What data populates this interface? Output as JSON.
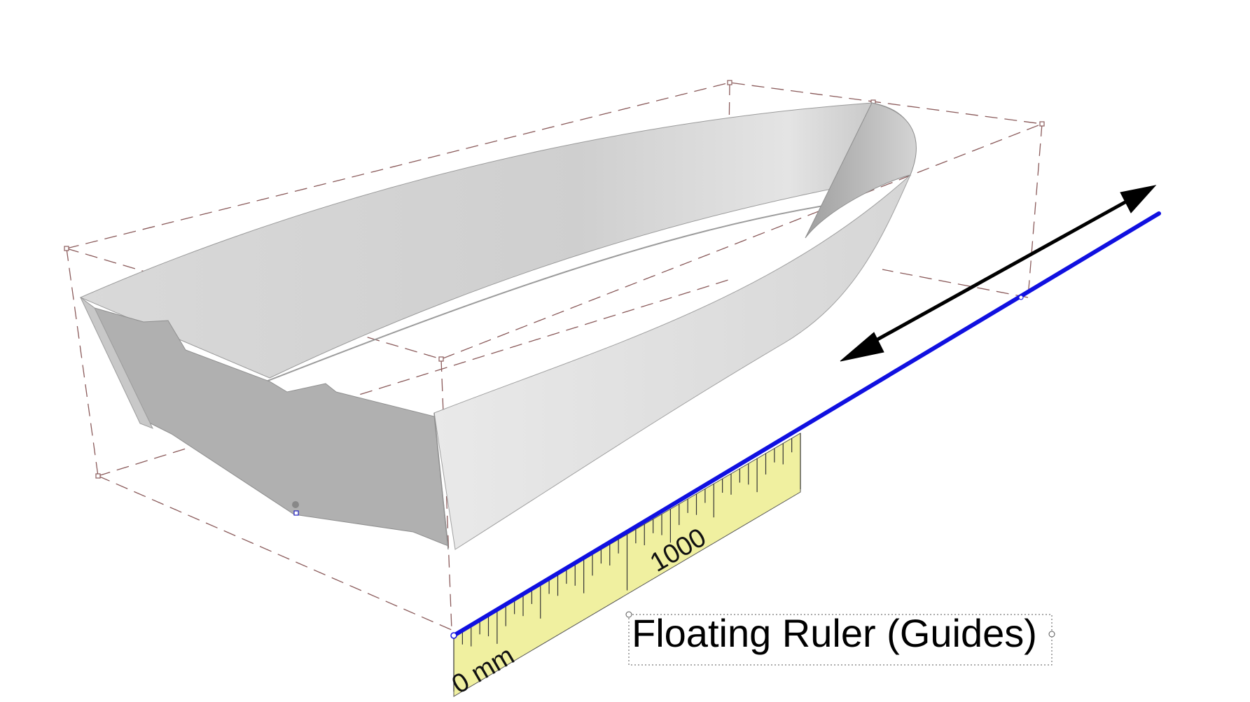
{
  "caption": {
    "text": "Floating Ruler (Guides)"
  },
  "ruler": {
    "unit_label": "0 mm",
    "major_label": "1000",
    "fill_color": "#f0f0a0",
    "guide_color": "#1010e0"
  },
  "colors": {
    "bounding_box": "#8a5a5a",
    "hull_light": "#e6e6e6",
    "hull_mid": "#c4c4c4",
    "hull_dark": "#a9a9a9",
    "arrow": "#000000"
  },
  "icons": {
    "dimension_arrow": "double-headed-arrow-icon"
  }
}
